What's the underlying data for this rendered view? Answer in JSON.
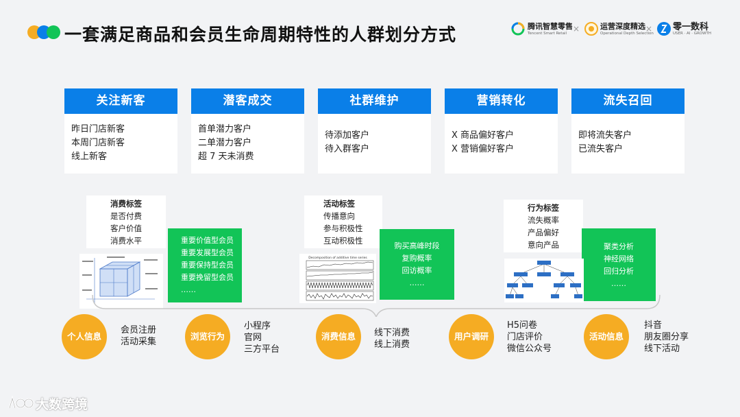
{
  "header": {
    "title": "一套满足商品和会员生命周期特性的人群划分方式",
    "dot_colors": [
      "#f5ac23",
      "#0a7fe8",
      "#12c457"
    ],
    "logos": [
      {
        "name": "腾讯智慧零售",
        "sub": "Tencent Smart Retail"
      },
      {
        "name": "运营深度精选",
        "sub": "Operational Depth Selection"
      },
      {
        "name": "零一数科",
        "sub": "USER · AI · GROWTH"
      }
    ],
    "separator": "×"
  },
  "cards": [
    {
      "title": "关注新客",
      "items": [
        "昨日门店新客",
        "本周门店新客",
        "线上新客"
      ]
    },
    {
      "title": "潜客成交",
      "items": [
        "首单潜力客户",
        "二单潜力客户",
        "超 7 天未消费"
      ]
    },
    {
      "title": "社群维护",
      "items": [
        "待添加客户",
        "待入群客户"
      ]
    },
    {
      "title": "营销转化",
      "items": [
        "X 商品偏好客户",
        "X 营销偏好客户"
      ]
    },
    {
      "title": "流失召回",
      "items": [
        "即将流失客户",
        "已流失客户"
      ]
    }
  ],
  "tag_groups": [
    {
      "title": "消费标签",
      "items": [
        "是否付费",
        "客户价值",
        "消费水平"
      ]
    },
    {
      "title": "活动标签",
      "items": [
        "传播意向",
        "参与积极性",
        "互动积极性"
      ]
    },
    {
      "title": "行为标签",
      "items": [
        "流失概率",
        "产品偏好",
        "意向产品"
      ]
    }
  ],
  "green_boxes": [
    {
      "items": [
        "重要价值型会员",
        "重要发展型会员",
        "重要保持型会员",
        "重要挽留型会员",
        "……"
      ]
    },
    {
      "items": [
        "购买高峰时段",
        "复购概率",
        "回访概率",
        "……"
      ]
    },
    {
      "items": [
        "聚类分析",
        "神经网络",
        "回归分析",
        "……"
      ]
    }
  ],
  "chart_caption": "Decomposition of additive time series",
  "sources": [
    {
      "label": "个人信息",
      "items": [
        "会员注册",
        "活动采集"
      ]
    },
    {
      "label": "浏览行为",
      "items": [
        "小程序",
        "官网",
        "三方平台"
      ]
    },
    {
      "label": "消费信息",
      "items": [
        "线下消费",
        "线上消费"
      ]
    },
    {
      "label": "用户调研",
      "items": [
        "H5问卷",
        "门店评价",
        "微信公众号"
      ]
    },
    {
      "label": "活动信息",
      "items": [
        "抖音",
        "朋友圈分享",
        "线下活动"
      ]
    }
  ],
  "footer": {
    "brand": "大数跨境"
  },
  "colors": {
    "blue": "#0a7fe8",
    "green": "#12c457",
    "orange": "#f5ac23",
    "bg": "#f2f3f5"
  }
}
